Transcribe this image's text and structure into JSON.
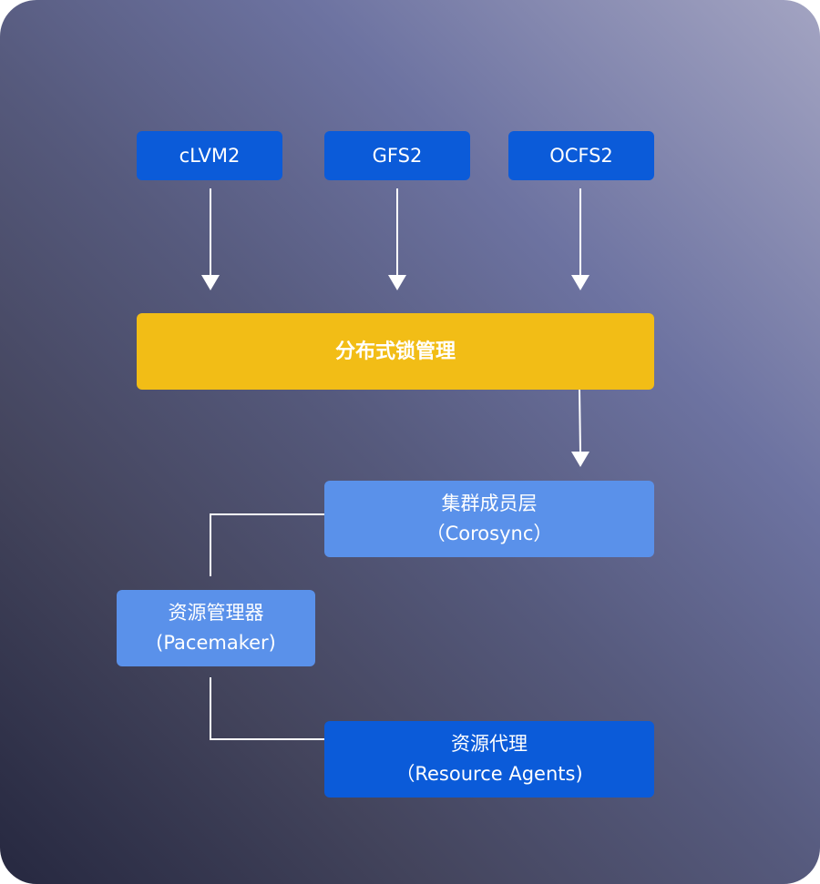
{
  "nodes": {
    "clvm2": {
      "label": "cLVM2"
    },
    "gfs2": {
      "label": "GFS2"
    },
    "ocfs2": {
      "label": "OCFS2"
    },
    "dlm": {
      "label": "分布式锁管理"
    },
    "corosync": {
      "line1": "集群成员层",
      "line2": "（Corosync）"
    },
    "pacemaker": {
      "line1": "资源管理器",
      "line2": "(Pacemaker)"
    },
    "agents": {
      "line1": "资源代理",
      "line2": "（Resource Agents)"
    }
  },
  "colors": {
    "dark_blue": "#0b5bd9",
    "light_blue": "#5a91ea",
    "yellow": "#f2bd16",
    "connector": "#ffffff"
  }
}
